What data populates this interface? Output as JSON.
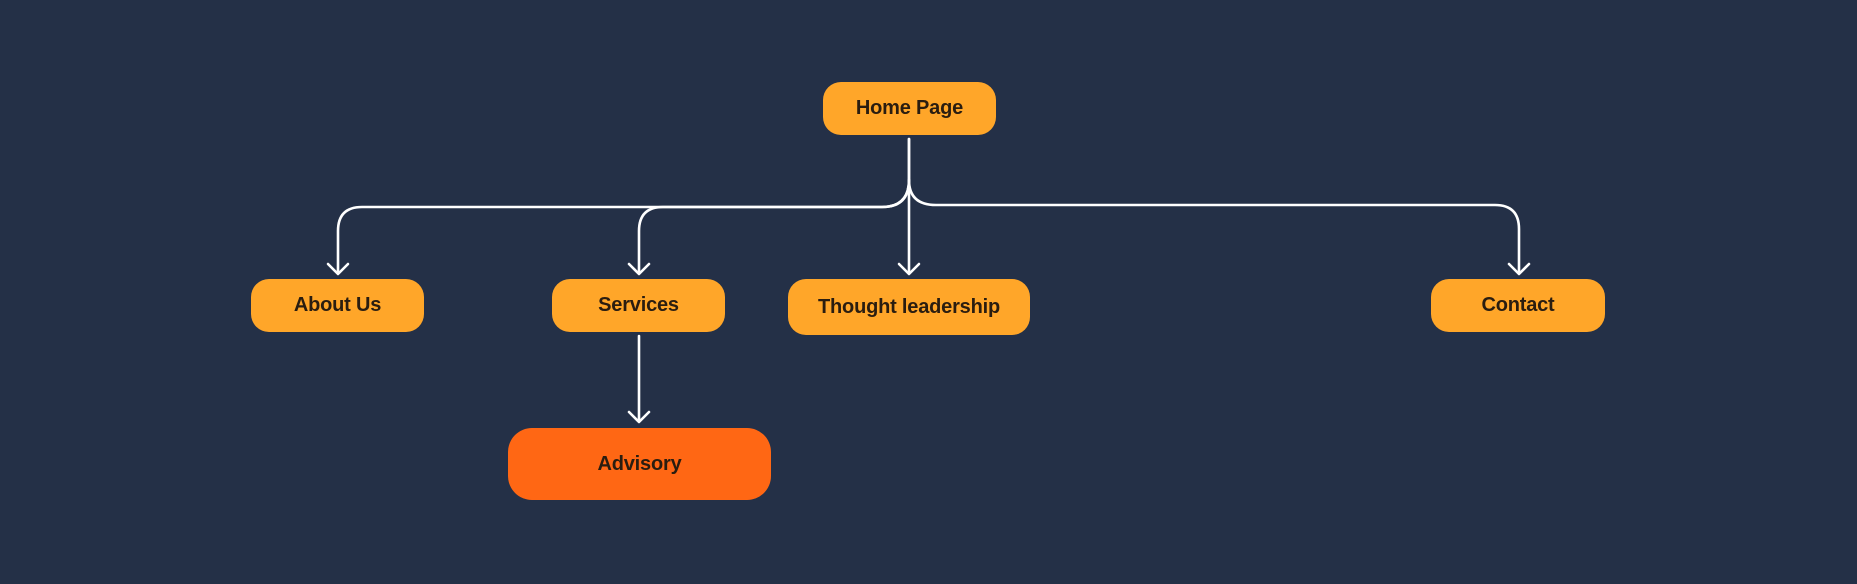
{
  "diagram": {
    "nodes": {
      "home": "Home Page",
      "about": "About Us",
      "services": "Services",
      "thought": "Thought leadership",
      "contact": "Contact",
      "advisory": "Advisory"
    },
    "edges": [
      [
        "Home Page",
        "About Us"
      ],
      [
        "Home Page",
        "Services"
      ],
      [
        "Home Page",
        "Thought leadership"
      ],
      [
        "Home Page",
        "Contact"
      ],
      [
        "Services",
        "Advisory"
      ]
    ],
    "colors": {
      "background": "#243047",
      "node": "#ffa629",
      "highlight_node": "#ff6714",
      "connector": "#ffffff",
      "text": "#2a1d10"
    }
  }
}
